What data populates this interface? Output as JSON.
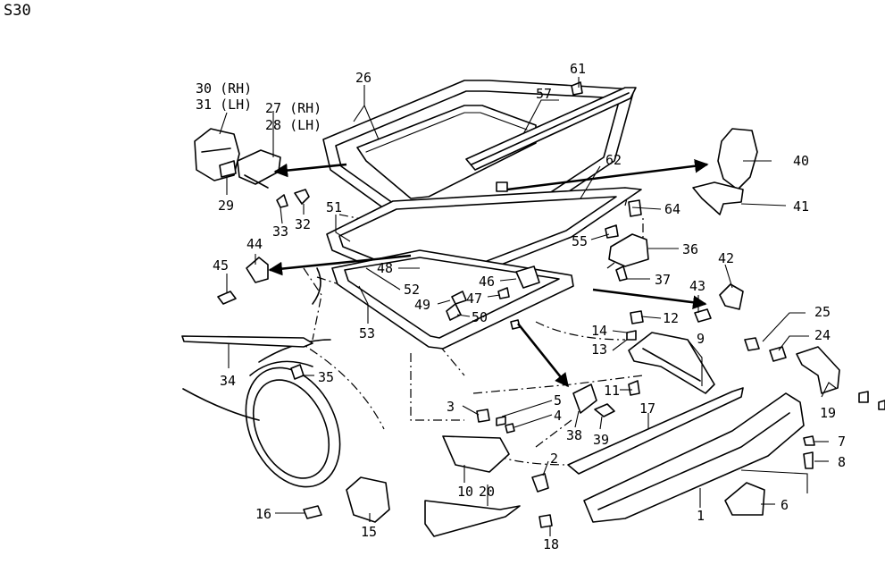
{
  "diagram": {
    "code": "S30",
    "labels": {
      "l1": "1",
      "l2": "2",
      "l3": "3",
      "l4": "4",
      "l5": "5",
      "l6": "6",
      "l7": "7",
      "l8": "8",
      "l9": "9",
      "l10": "10",
      "l11": "11",
      "l12": "12",
      "l13": "13",
      "l14": "14",
      "l15": "15",
      "l16": "16",
      "l17": "17",
      "l18": "18",
      "l19": "19",
      "l20": "20",
      "l24": "24",
      "l25": "25",
      "l26": "26",
      "l27": "27 (RH)",
      "l28": "28 (LH)",
      "l29": "29",
      "l30": "30 (RH)",
      "l31": "31 (LH)",
      "l32": "32",
      "l33": "33",
      "l34": "34",
      "l35": "35",
      "l36": "36",
      "l37": "37",
      "l38": "38",
      "l39": "39",
      "l40": "40",
      "l41": "41",
      "l42": "42",
      "l43": "43",
      "l44": "44",
      "l45": "45",
      "l46": "46",
      "l47": "47",
      "l48": "48",
      "l49": "49",
      "l50": "50",
      "l51": "51",
      "l52": "52",
      "l53": "53",
      "l55": "55",
      "l57": "57",
      "l61": "61",
      "l62": "62",
      "l64": "64"
    }
  }
}
